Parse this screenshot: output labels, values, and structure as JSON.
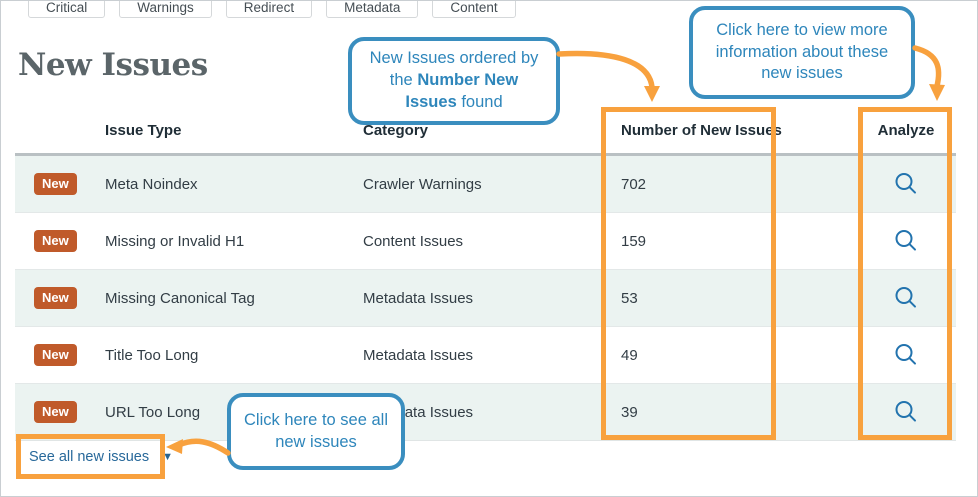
{
  "tabs": {
    "labels": [
      "Critical",
      "Warnings",
      "Redirect",
      "Metadata",
      "Content"
    ]
  },
  "page": {
    "title": "New Issues"
  },
  "table": {
    "columns": {
      "issue_type": "Issue Type",
      "category": "Category",
      "number": "Number of New Issues",
      "analyze": "Analyze"
    },
    "rows": [
      {
        "badge": "New",
        "issue_type": "Meta Noindex",
        "category": "Crawler Warnings",
        "count": "702"
      },
      {
        "badge": "New",
        "issue_type": "Missing or Invalid H1",
        "category": "Content Issues",
        "count": "159"
      },
      {
        "badge": "New",
        "issue_type": "Missing Canonical Tag",
        "category": "Metadata Issues",
        "count": "53"
      },
      {
        "badge": "New",
        "issue_type": "Title Too Long",
        "category": "Metadata Issues",
        "count": "49"
      },
      {
        "badge": "New",
        "issue_type": "URL Too Long",
        "category": "Metadata Issues",
        "count": "39"
      }
    ],
    "see_all_label": "See all new issues"
  },
  "annotations": {
    "callout_order_pre": "New Issues ordered by the ",
    "callout_order_bold": "Number New Issues",
    "callout_order_post": " found",
    "callout_analyze": "Click here to view more information about these new issues",
    "callout_see_all": "Click here to see all new issues"
  },
  "icons": {
    "analyze": "magnifying-glass-icon",
    "see_all_caret": "▼"
  },
  "colors": {
    "annotation_orange": "#f8a13e",
    "callout_blue": "#3a8ebf",
    "callout_text_blue": "#2e86bb",
    "badge_orange": "#c05a2a",
    "link_blue": "#27689a",
    "icon_blue": "#2273ae",
    "row_alt_background": "#ebf3f1"
  }
}
